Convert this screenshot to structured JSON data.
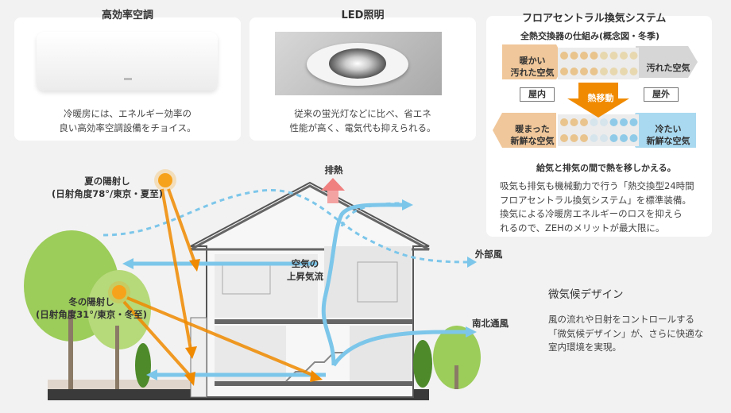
{
  "cards": {
    "ac": {
      "title": "高効率空調",
      "text": "冷暖房には、エネルギー効率の\n良い高効率空調設備をチョイス。"
    },
    "led": {
      "title": "LED照明",
      "text": "従来の蛍光灯などに比べ、省エネ\n性能が高く、電気代も抑えられる。"
    }
  },
  "ventilation": {
    "title": "フロアセントラル換気システム",
    "subtitle": "全熱交換器の仕組み(概念図・冬季)",
    "warm_dirty_in": "暖かい\n汚れた空気",
    "dirty_out": "汚れた空気",
    "indoor": "屋内",
    "heat_transfer": "熱移動",
    "outdoor": "屋外",
    "warm_fresh": "暖まった\n新鮮な空気",
    "cold_air": "冷たい\n新鮮な空気",
    "caption": "給気と排気の間で熱を移しかえる。",
    "description": "吸気も排気も機械動力で行う「熱交換型24時間\nフロアセントラル換気システム」を標準装備。\n換気による冷暖房エネルギーのロスを抑えら\nれるので、ZEHのメリットが最大限に。"
  },
  "microclimate": {
    "title": "微気候デザイン",
    "description": "風の流れや日射をコントロールする\n「微気候デザイン」が、さらに快適な\n室内環境を実現。"
  },
  "diagram": {
    "summer_sun": "夏の陽射し\n(日射角度78°/東京・夏至)",
    "winter_sun": "冬の陽射し\n(日射角度31°/東京・冬至)",
    "exhaust": "排熱",
    "outside_wind": "外部風",
    "updraft": "空気の\n上昇気流",
    "north_south_wind": "南北通風"
  },
  "colors": {
    "warm_arrow": "#f0c79a",
    "cool_arrow": "#a9d9f0",
    "orange": "#f08a00",
    "airflow": "#7cc6ea",
    "sun": "#f7a21b"
  }
}
